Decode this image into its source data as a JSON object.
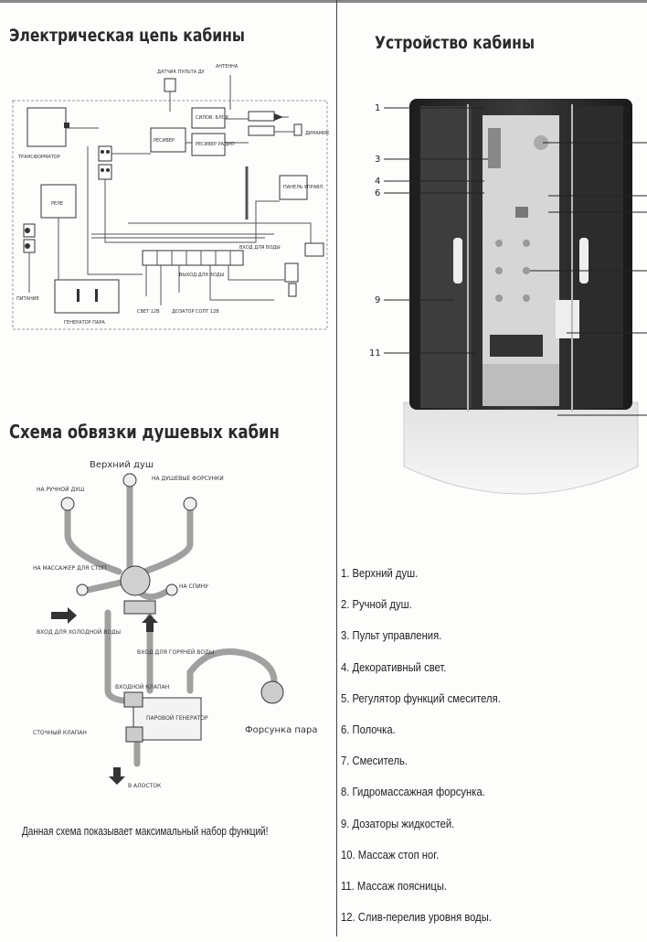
{
  "headings": {
    "electric": "Электрическая цепь кабины",
    "device": "Устройство кабины",
    "plumbing": "Схема обвязки душевых кабин"
  },
  "electric_labels": {
    "remote_sensor": "ДАТЧИК ПУЛЬТА ДУ",
    "antenna": "АНТЕННА",
    "transformer": "ТРАНСФОРМАТОР",
    "receiver": "РЕСИВЕР",
    "power_block": "СИЛОВ. БЛОК",
    "radio_receiver": "РЕСИВЕР РАДИО",
    "speaker": "ДИНАМИК",
    "relay": "РЕЛЕ",
    "control_panel": "ПАНЕЛЬ УПРАВЛ.",
    "output_water": "ВЫХОД ДЛЯ ВОДЫ",
    "input_water": "ВХОД ДЛЯ ВОДЫ",
    "power": "ПИТАНИЕ",
    "steam_generator": "ГЕНЕРАТОР ПАРА",
    "light": "СВЕТ 12В",
    "dispenser": "ДОЗАТОР СОПТ 12В"
  },
  "plumbing_labels": {
    "top_shower": "Верхний душ",
    "hand_shower": "НА РУЧНОЙ ДУШ",
    "shower_nozzles": "НА ДУШЕВЫЕ ФОРСУНКИ",
    "foot_massage": "НА МАССАЖЕР ДЛЯ СТОП",
    "back": "НА СПИНУ",
    "cold_water": "ВХОД ДЛЯ ХОЛОДНОЙ ВОДЫ",
    "hot_water": "ВХОД ДЛЯ ГОРЯЧЕЙ ВОДЫ",
    "inlet_valve": "ВХОДНОЙ КЛАПАН",
    "drain_valve": "СТОЧНЫЙ КЛАПАН",
    "steam_gen": "ПАРОВОЙ ГЕНЕРАТОР",
    "steam_nozzle": "Форсунка пара",
    "drain": "В АЛОСТОК"
  },
  "cabin_callouts": [
    "1",
    "3",
    "4",
    "6",
    "9",
    "11"
  ],
  "note": "Данная схема показывает максимальный набор функций!",
  "legend": [
    "1. Верхний душ.",
    "2. Ручной душ.",
    "3. Пульт управления.",
    "4. Декоративный свет.",
    "5. Регулятор функций смесителя.",
    "6. Полочка.",
    "7. Смеситель.",
    "8. Гидромассажная форсунка.",
    "9. Дозаторы жидкостей.",
    "10. Массаж стоп ног.",
    "11. Массаж поясницы.",
    "12. Слив-перелив уровня воды."
  ]
}
